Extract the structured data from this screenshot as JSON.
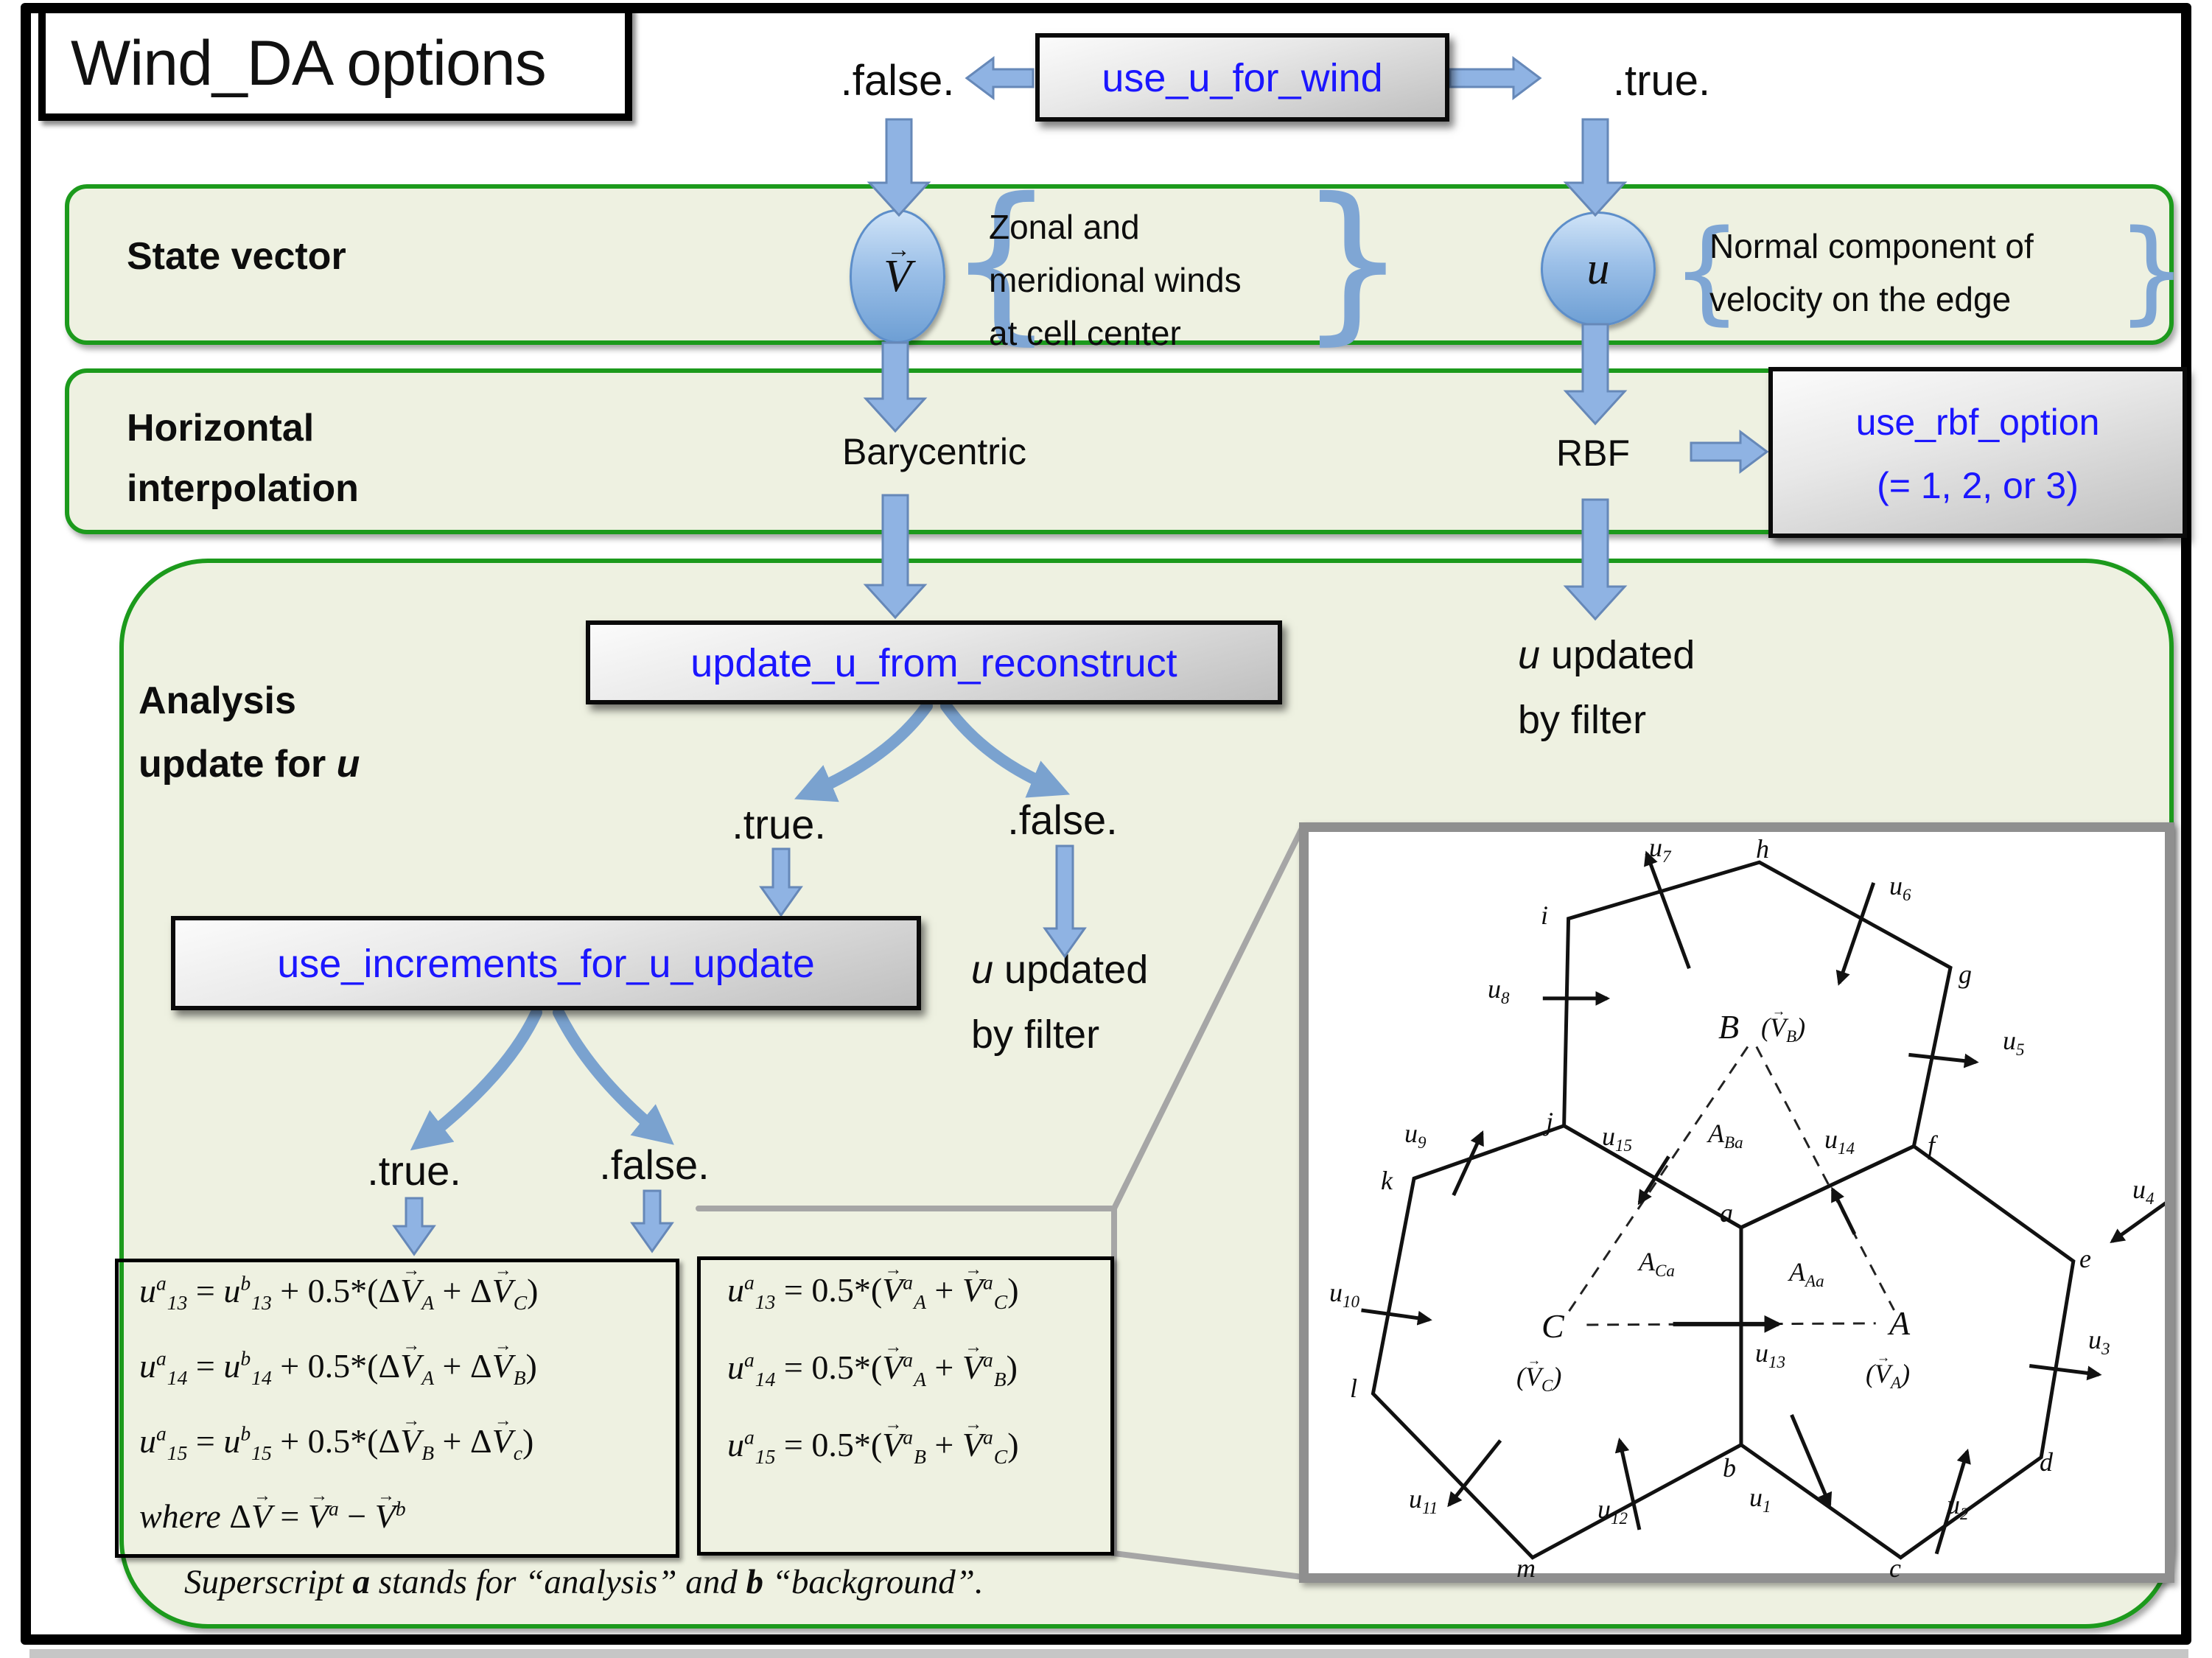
{
  "title": "Wind_DA options",
  "top": {
    "option_box": "use_u_for_wind",
    "false_label": ".false.",
    "true_label": ".true."
  },
  "rows": {
    "state_vector": {
      "label": "State vector",
      "v_symbol_html": "<span class='vec'>V</span>",
      "u_symbol": "u",
      "v_note": [
        "Zonal and",
        "meridional winds",
        "at cell center"
      ],
      "u_note": [
        "Normal component of",
        "velocity on the edge"
      ]
    },
    "horizontal_interpolation": {
      "label_lines": [
        "Horizontal",
        "interpolation"
      ],
      "barycentric": "Barycentric",
      "rbf": "RBF",
      "rbf_box_lines": [
        "use_rbf_option",
        "(= 1, 2, or 3)"
      ]
    },
    "analysis": {
      "label_lines_html": [
        "Analysis",
        "update for <i>u</i>"
      ],
      "update_box": "update_u_from_reconstruct",
      "true_label": ".true.",
      "false_label": ".false.",
      "filter_note_html": [
        "<i>u</i> updated",
        "by filter"
      ],
      "increments_box": "use_increments_for_u_update",
      "left_formulas_html": [
        "<i>u</i><sup>a</sup><sub>13</sub> = <i>u</i><sup>b</sup><sub>13</sub> + 0.5*(Δ<span class='vec'>V</span><sub>A</sub> + Δ<span class='vec'>V</span><sub>C</sub>)",
        "<i>u</i><sup>a</sup><sub>14</sub> = <i>u</i><sup>b</sup><sub>14</sub> + 0.5*(Δ<span class='vec'>V</span><sub>A</sub> + Δ<span class='vec'>V</span><sub>B</sub>)",
        "<i>u</i><sup>a</sup><sub>15</sub> = <i>u</i><sup>b</sup><sub>15</sub> + 0.5*(Δ<span class='vec'>V</span><sub>B</sub> + Δ<span class='vec'>V</span><sub>c</sub>)",
        "<i>where</i> Δ<span class='vec'>V</span> = <span class='vec'>V</span><sup>a</sup> − <span class='vec'>V</span><sup>b</sup>"
      ],
      "right_formulas_html": [
        "<i>u</i><sup>a</sup><sub>13</sub> = 0.5*(<span class='vec'>V</span><sup>a</sup><sub>A</sub> + <span class='vec'>V</span><sup>a</sup><sub>C</sub>)",
        "<i>u</i><sup>a</sup><sub>14</sub> = 0.5*(<span class='vec'>V</span><sup>a</sup><sub>A</sub> + <span class='vec'>V</span><sup>a</sup><sub>B</sub>)",
        "<i>u</i><sup>a</sup><sub>15</sub> = 0.5*(<span class='vec'>V</span><sup>a</sup><sub>B</sub> + <span class='vec'>V</span><sup>a</sup><sub>C</sub>)"
      ],
      "footnote_html": "Superscript <b>a</b> stands for “analysis” and <b>b</b> “background”."
    }
  },
  "inset": {
    "labels": {
      "u7": "u<sub>7</sub>",
      "u6": "u<sub>6</sub>",
      "u8": "u<sub>8</sub>",
      "u5": "u<sub>5</sub>",
      "u9": "u<sub>9</sub>",
      "u10": "u<sub>10</sub>",
      "u11": "u<sub>11</sub>",
      "u12": "u<sub>12</sub>",
      "u1": "u<sub>1</sub>",
      "u2": "u<sub>2</sub>",
      "u3": "u<sub>3</sub>",
      "u4": "u<sub>4</sub>",
      "u13": "u<sub>13</sub>",
      "u14": "u<sub>14</sub>",
      "u15": "u<sub>15</sub>",
      "h": "h",
      "i": "i",
      "g": "g",
      "j": "j",
      "f": "f",
      "k": "k",
      "a": "a",
      "b": "b",
      "c": "c",
      "d": "d",
      "e": "e",
      "l": "l",
      "m": "m",
      "B": "B",
      "C": "C",
      "A": "A",
      "VB": "(<span class='vec'>V</span><sub>B</sub>)",
      "VC": "(<span class='vec'>V</span><sub>C</sub>)",
      "VA": "(<span class='vec'>V</span><sub>A</sub>)",
      "ABa": "A<sub>Ba</sub>",
      "ACa": "A<sub>Ca</sub>",
      "AAa": "A<sub>Aa</sub>"
    }
  }
}
